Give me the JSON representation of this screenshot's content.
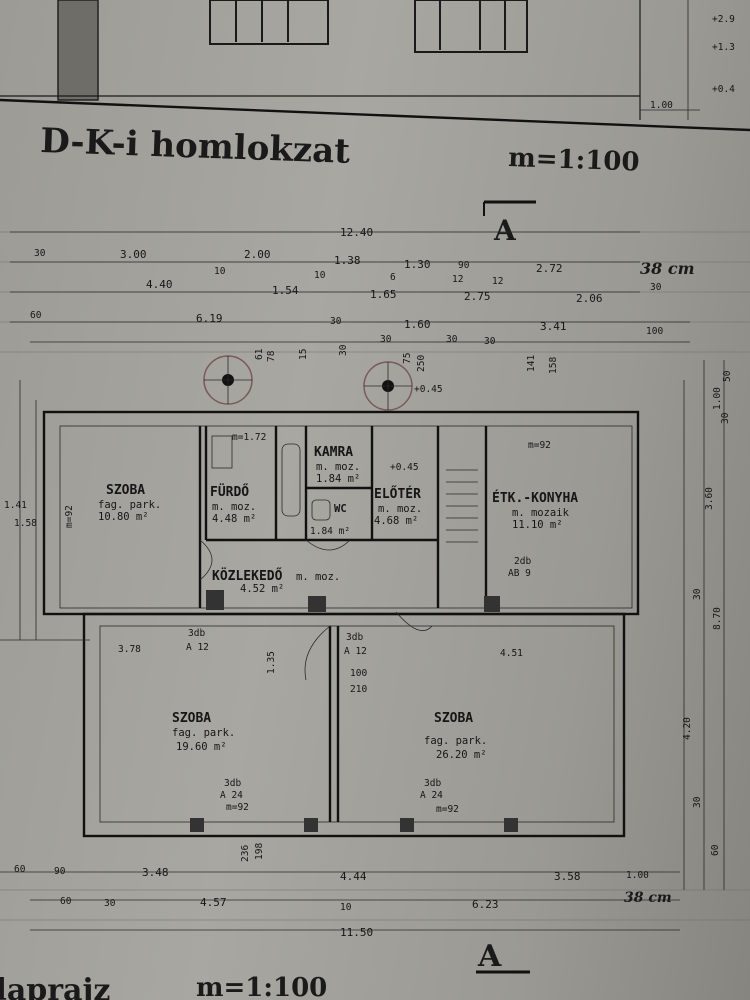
{
  "titles": {
    "elevation": "D-K-i homlokzat",
    "elevation_scale": "m=1:100",
    "plan": "alaprajz",
    "plan_scale": "m=1:100",
    "section_top": "A",
    "section_bottom": "A"
  },
  "top_right_levels": [
    "+2.9",
    "+1.3",
    "+0.4"
  ],
  "top_right_1000": "1.00",
  "dims_top": {
    "total": "12.40",
    "r1": [
      "30",
      "3.00",
      "2.00",
      "1.38",
      "1.30",
      "90",
      "2.72"
    ],
    "r1_small": [
      "10",
      "10",
      "6",
      "12",
      "12"
    ],
    "r2": [
      "4.40",
      "1.54",
      "1.65",
      "2.75",
      "2.06",
      "30"
    ],
    "r3": [
      "60",
      "6.19",
      "30",
      "1.60",
      "3.41",
      "100"
    ],
    "r3_small": [
      "30",
      "30",
      "30"
    ],
    "handwritten": "38 cm"
  },
  "dims_vertical": {
    "left": [
      "1.41",
      "1.58",
      "92"
    ],
    "right": [
      "50",
      "1.00",
      "30",
      "3.60",
      "8.70",
      "30",
      "4.20",
      "30",
      "60"
    ],
    "upper": [
      "61",
      "78",
      "15",
      "30",
      "250",
      "141",
      "158",
      "75"
    ]
  },
  "rooms": [
    {
      "name": "SZOBA",
      "floor": "fag. park.",
      "area": "10.80 m²"
    },
    {
      "name": "FÜRDŐ",
      "floor": "m. moz.",
      "area": "4.48 m²"
    },
    {
      "name": "KAMRA",
      "floor": "m. moz.",
      "area": "1.84 m²"
    },
    {
      "name": "ELŐTÉR",
      "floor": "m. moz.",
      "area": "4.68 m²"
    },
    {
      "name": "WC",
      "floor": "",
      "area": "1.84 m²"
    },
    {
      "name": "ÉTK.-KONYHA",
      "floor": "m. mozaik",
      "area": "11.10 m²"
    },
    {
      "name": "KÖZLEKEDŐ",
      "floor": "m. moz.",
      "area": "4.52 m²"
    },
    {
      "name": "SZOBA",
      "floor": "fag. park.",
      "area": "19.60 m²"
    },
    {
      "name": "SZOBA",
      "floor": "fag. park.",
      "area": "26.20 m²"
    }
  ],
  "plan_labels": {
    "m92_a": "m=92",
    "m92_b": "m=92",
    "m92_c": "m=92",
    "m92_d": "m=92",
    "m172": "m=1.72",
    "plus045": "+0.45",
    "plus045b": "+0.45",
    "w3_a": "3db",
    "w3_a2": "A 12",
    "w3_b": "3db",
    "w3_b2": "A 12",
    "w3_c": "3db",
    "w3_c2": "A 24",
    "w3_d": "3db",
    "w3_d2": "A 24",
    "w2": "2db",
    "w2b": "AB 9",
    "d100": "100",
    "d210": "210",
    "d135": "1.35",
    "d378": "3.78",
    "d451": "4.51",
    "d236": "236",
    "d198": "198"
  },
  "dims_bottom": {
    "r1": [
      "60",
      "90",
      "3.48",
      "4.44",
      "3.58",
      "1.00"
    ],
    "r2": [
      "60",
      "30",
      "4.57",
      "10",
      "6.23",
      "38 cm"
    ],
    "total": "11.50"
  }
}
